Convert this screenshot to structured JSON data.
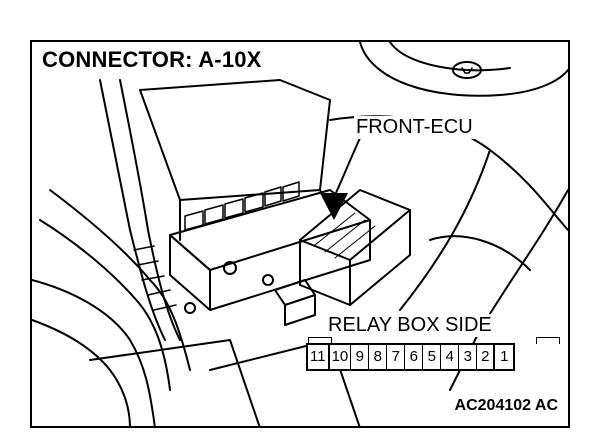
{
  "title": "CONNECTOR: A-10X",
  "labels": {
    "front_ecu": "FRONT-ECU",
    "relay_box_side": "RELAY BOX SIDE"
  },
  "connector_pins": [
    "11",
    "10",
    "9",
    "8",
    "7",
    "6",
    "5",
    "4",
    "3",
    "2",
    "1"
  ],
  "figure_code": "AC204102 AC"
}
